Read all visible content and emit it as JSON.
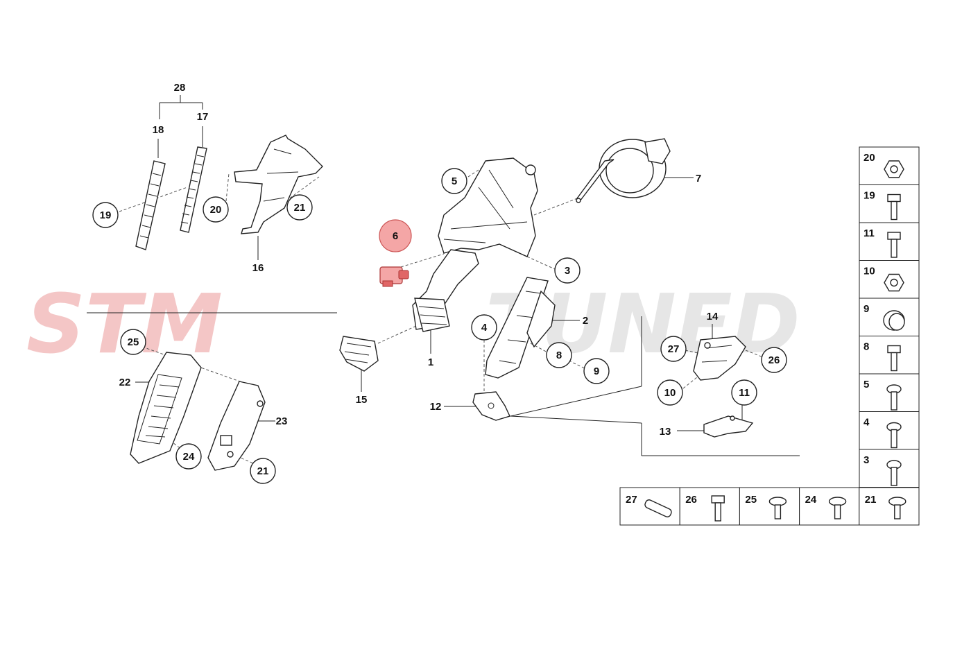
{
  "watermark": {
    "text_left": "STM",
    "text_right": "TUNED",
    "color_left": "#f4c6c6",
    "color_right": "#e6e6e6"
  },
  "highlight_color": "#f4a6a6",
  "callouts": {
    "c1": "1",
    "c2": "2",
    "c3": "3",
    "c4": "4",
    "c5": "5",
    "c6": "6",
    "c7": "7",
    "c8": "8",
    "c9": "9",
    "c10": "10",
    "c11": "11",
    "c12": "12",
    "c13": "13",
    "c14": "14",
    "c15": "15",
    "c16": "16",
    "c17": "17",
    "c18": "18",
    "c19": "19",
    "c20": "20",
    "c21a": "21",
    "c21b": "21",
    "c22": "22",
    "c23": "23",
    "c24": "24",
    "c25": "25",
    "c26": "26",
    "c27": "27",
    "c28": "28"
  },
  "legend_column": [
    "20",
    "19",
    "11",
    "10",
    "9",
    "8",
    "5",
    "4",
    "3"
  ],
  "legend_row": [
    "27",
    "26",
    "25",
    "24",
    "21"
  ],
  "icons": {
    "nut": "hex-nut-icon",
    "bolt": "bolt-icon",
    "plug": "plug-icon",
    "stud": "stud-icon",
    "rivet": "rivet-icon",
    "clip": "clip-icon"
  }
}
